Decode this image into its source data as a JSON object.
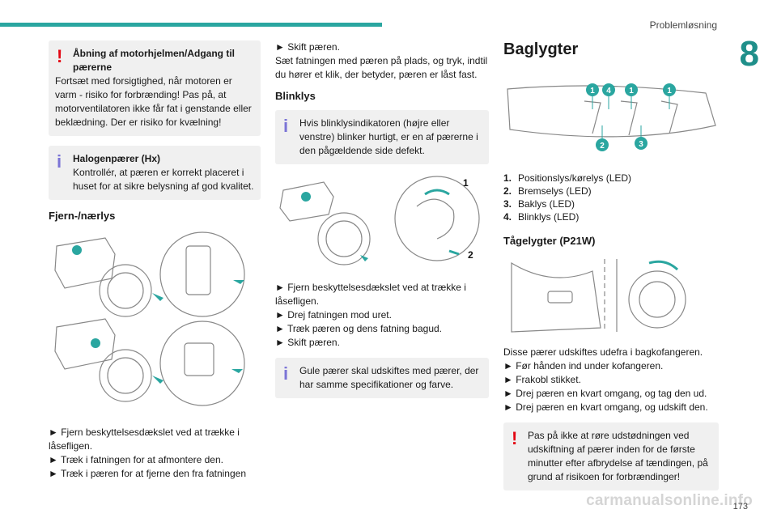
{
  "header": {
    "title": "Problemløsning",
    "chapter": "8",
    "page": "173"
  },
  "watermark": "carmanualsonline.info",
  "col1": {
    "warning": {
      "title": "Åbning af motorhjelmen/Adgang til pærerne",
      "text": "Fortsæt med forsigtighed, når motoren er varm - risiko for forbrænding! Pas på, at motorventilatoren ikke får fat i genstande eller beklædning. Der er risiko for kvælning!"
    },
    "info": {
      "title": "Halogenpærer (Hx)",
      "text": "Kontrollér, at pæren er korrekt placeret i huset for at sikre belysning af god kvalitet."
    },
    "section_title": "Fjern-/nærlys",
    "steps": [
      "► Fjern beskyttelsesdækslet ved at trække i låsefligen.",
      "► Træk i fatningen for at afmontere den.",
      "► Træk i pæren for at fjerne den fra fatningen"
    ]
  },
  "col2": {
    "steps_top": [
      "► Skift pæren."
    ],
    "text_top": "Sæt fatningen med pæren på plads, og tryk, indtil du hører et klik, der betyder, pæren er låst fast.",
    "section_title": "Blinklys",
    "info1": "Hvis blinklysindikatoren (højre eller venstre) blinker hurtigt, er en af pærerne i den pågældende side defekt.",
    "callouts": [
      "1",
      "2"
    ],
    "steps": [
      "► Fjern beskyttelsesdækslet ved at trække i låsefligen.",
      "► Drej fatningen mod uret.",
      "► Træk pæren og dens fatning bagud.",
      "► Skift pæren."
    ],
    "info2": "Gule pærer skal udskiftes med pærer, der har samme specifikationer og farve."
  },
  "col3": {
    "title": "Baglygter",
    "callouts_top": [
      "1",
      "4",
      "1",
      "1"
    ],
    "callouts_bottom": [
      "2",
      "3"
    ],
    "list": [
      {
        "n": "1.",
        "t": "Positionslys/kørelys (LED)"
      },
      {
        "n": "2.",
        "t": "Bremselys (LED)"
      },
      {
        "n": "3.",
        "t": "Baklys (LED)"
      },
      {
        "n": "4.",
        "t": "Blinklys (LED)"
      }
    ],
    "section_title": "Tågelygter (P21W)",
    "text": "Disse pærer udskiftes udefra i bagkofangeren.",
    "steps": [
      "► Før hånden ind under kofangeren.",
      "► Frakobl stikket.",
      "► Drej pæren en kvart omgang, og tag den ud.",
      "► Drej pæren en kvart omgang, og udskift den."
    ],
    "warning": "Pas på ikke at røre udstødningen ved udskiftning af pærer inden for de første minutter efter afbrydelse af tændingen, på grund af risikoen for forbrændinger!"
  }
}
